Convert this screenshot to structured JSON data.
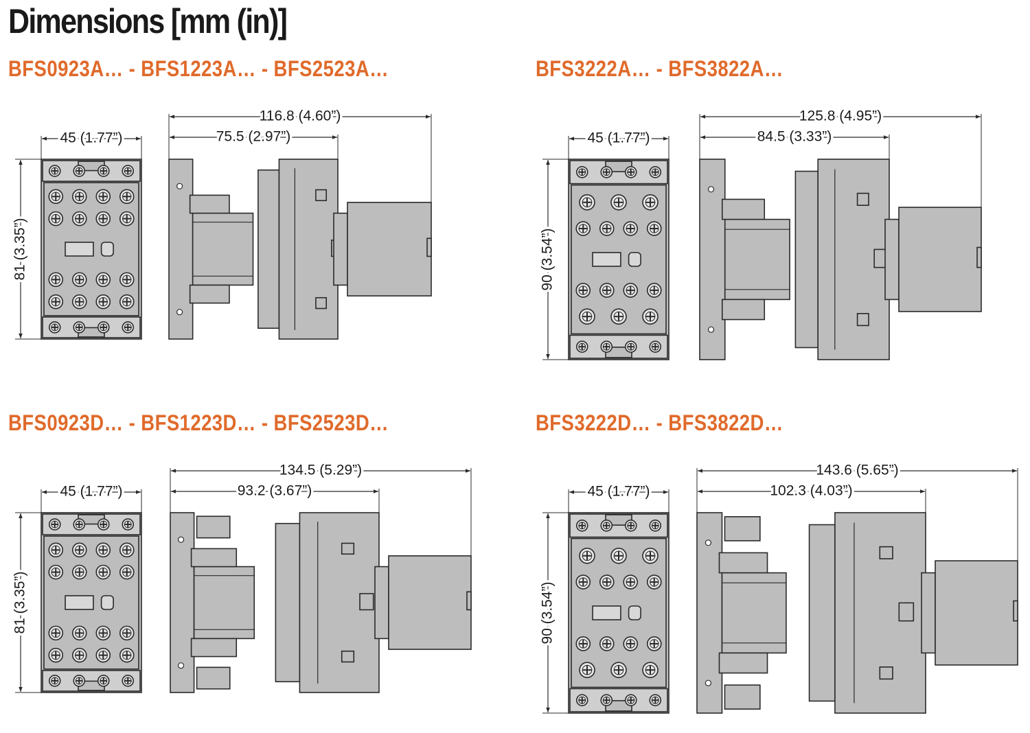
{
  "title": "Dimensions [mm (in)]",
  "colors": {
    "accent": "#e06a2b",
    "body_fill": "#bdbdbd",
    "outline": "#2a2a2a",
    "text": "#1a1a1a"
  },
  "sections": [
    {
      "title": "BFS0923A… - BFS1223A… - BFS2523A…",
      "front_width": "45 (1.77”)",
      "front_height": "81 (3.35”)",
      "overall_depth": "116.8 (4.60”)",
      "body_depth": "75.5 (2.97”)"
    },
    {
      "title": "BFS3222A… - BFS3822A…",
      "front_width": "45 (1.77”)",
      "front_height": "90 (3.54”)",
      "overall_depth": "125.8 (4.95”)",
      "body_depth": "84.5 (3.33”)"
    },
    {
      "title": "BFS0923D… - BFS1223D… - BFS2523D…",
      "front_width": "45 (1.77”)",
      "front_height": "81 (3.35”)",
      "overall_depth": "134.5 (5.29”)",
      "body_depth": "93.2 (3.67”)"
    },
    {
      "title": "BFS3222D… - BFS3822D…",
      "front_width": "45 (1.77”)",
      "front_height": "90 (3.54”)",
      "overall_depth": "143.6 (5.65”)",
      "body_depth": "102.3 (4.03”)"
    }
  ]
}
